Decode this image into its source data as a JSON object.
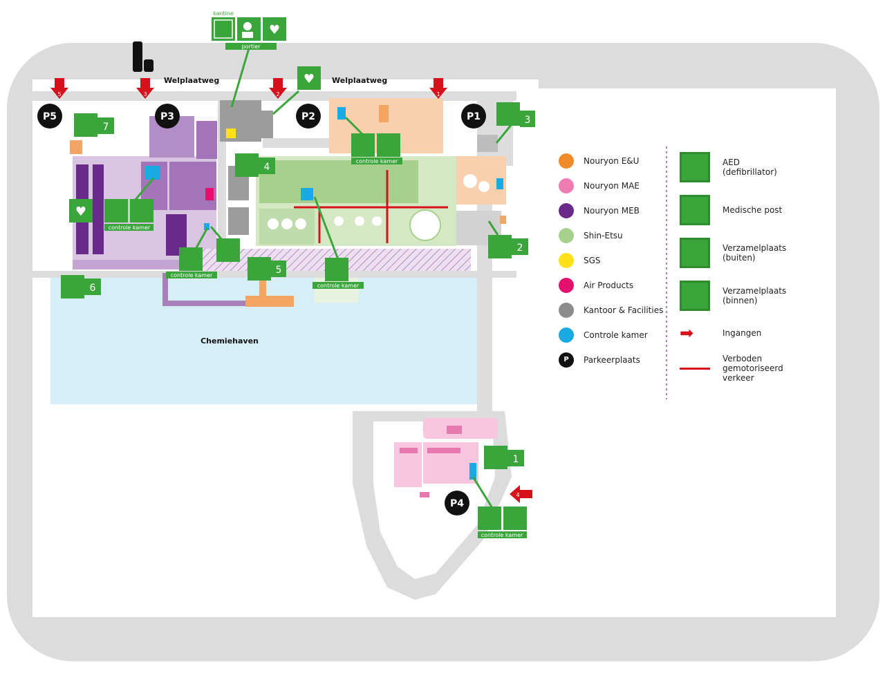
{
  "map": {
    "roads": {
      "north": "Welplaatweg"
    },
    "water": "Chemiehaven",
    "parking": [
      "P1",
      "P2",
      "P3",
      "P4",
      "P5"
    ],
    "entrances": [
      "1",
      "2",
      "3",
      "4",
      "5"
    ],
    "assembly_points": [
      "1",
      "2",
      "3",
      "4",
      "5",
      "6",
      "7"
    ],
    "labels": {
      "kantine": "kantine",
      "portier": "portier",
      "controle_kamer": "controle kamer"
    }
  },
  "legend": {
    "zones": [
      {
        "label": "Nouryon E&U",
        "color": "#f08a2b"
      },
      {
        "label": "Nouryon MAE",
        "color": "#ee7cb1"
      },
      {
        "label": "Nouryon MEB",
        "color": "#6a2a8c"
      },
      {
        "label": "Shin-Etsu",
        "color": "#a8d08d"
      },
      {
        "label": "SGS",
        "color": "#ffe11a"
      },
      {
        "label": "Air Products",
        "color": "#e5106e"
      },
      {
        "label": "Kantoor & Facilities",
        "color": "#8c8c8c"
      },
      {
        "label": "Controle kamer",
        "color": "#1aa9e1"
      },
      {
        "label": "Parkeerplaats",
        "color": "#111111",
        "symbol": "P"
      }
    ],
    "symbols": [
      {
        "label_1": "AED",
        "label_2": "(defibrillator)",
        "icon": "aed-icon"
      },
      {
        "label_1": "Medische post",
        "label_2": "",
        "icon": "medical-post-icon"
      },
      {
        "label_1": "Verzamelplaats",
        "label_2": "(buiten)",
        "icon": "assembly-outside-icon"
      },
      {
        "label_1": "Verzamelplaats",
        "label_2": "(binnen)",
        "icon": "assembly-inside-icon"
      },
      {
        "label_1": "Ingangen",
        "label_2": "",
        "icon": "entrance-arrow-icon"
      },
      {
        "label_1": "Verboden",
        "label_2": "gemotoriseerd",
        "label_3": "verkeer",
        "icon": "forbidden-traffic-line"
      }
    ]
  },
  "colors": {
    "green_sign": "#3aa53a",
    "entrance_red": "#d7111b",
    "road_grey": "#d9d9d9",
    "water": "#d6eef8"
  }
}
